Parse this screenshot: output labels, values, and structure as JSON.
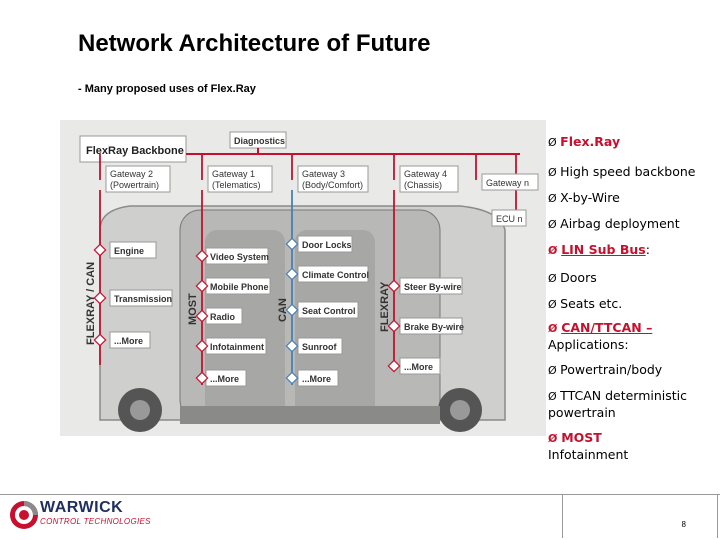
{
  "slide": {
    "title": "Network Architecture of Future",
    "subtitle": "- Many proposed uses of Flex.Ray",
    "page_number": "8"
  },
  "diagram": {
    "backbone_label": "FlexRay Backbone",
    "diagnostics": "Diagnostics",
    "gateways": [
      "Gateway 2 (Powertrain)",
      "Gateway 1 (Telematics)",
      "Gateway 3 (Body/Comfort)",
      "Gateway 4 (Chassis)",
      "Gateway n"
    ],
    "ecu": "ECU n",
    "bus_labels": [
      "FLEXRAY / CAN",
      "MOST",
      "CAN",
      "FLEXRAY"
    ],
    "left_col": [
      "Engine",
      "Transmission",
      "...More"
    ],
    "most_col": [
      "Video System",
      "Mobile Phone",
      "Radio",
      "Infotainment",
      "...More"
    ],
    "can_col": [
      "Door Locks",
      "Climate Control",
      "Seat Control",
      "Sunroof",
      "...More"
    ],
    "right_col": [
      "Steer By-wire",
      "Brake By-wire",
      "...More"
    ]
  },
  "bullets": [
    {
      "text": "Flex.Ray",
      "style": "red"
    },
    {
      "text": "High speed backbone",
      "style": "normal"
    },
    {
      "text": "X-by-Wire",
      "style": "normal"
    },
    {
      "text": "Airbag deployment",
      "style": "normal"
    },
    {
      "text": "LIN Sub Bus",
      "suffix": ":",
      "style": "red-underline"
    },
    {
      "text": "Doors",
      "style": "normal"
    },
    {
      "text": "Seats etc.",
      "style": "normal"
    },
    {
      "text": "CAN/TTCAN –",
      "style": "red-underline",
      "line2": "Applications:"
    },
    {
      "text": "Powertrain/body",
      "style": "normal"
    },
    {
      "text": "TTCAN deterministic",
      "style": "normal",
      "line2": "powertrain"
    },
    {
      "text": "MOST",
      "style": "red",
      "line2": " Infotainment"
    }
  ],
  "logo": {
    "name": "WARWICK",
    "tagline": "CONTROL TECHNOLOGIES"
  },
  "colors": {
    "accent_red": "#c8102e",
    "logo_blue": "#1f2f5f"
  }
}
